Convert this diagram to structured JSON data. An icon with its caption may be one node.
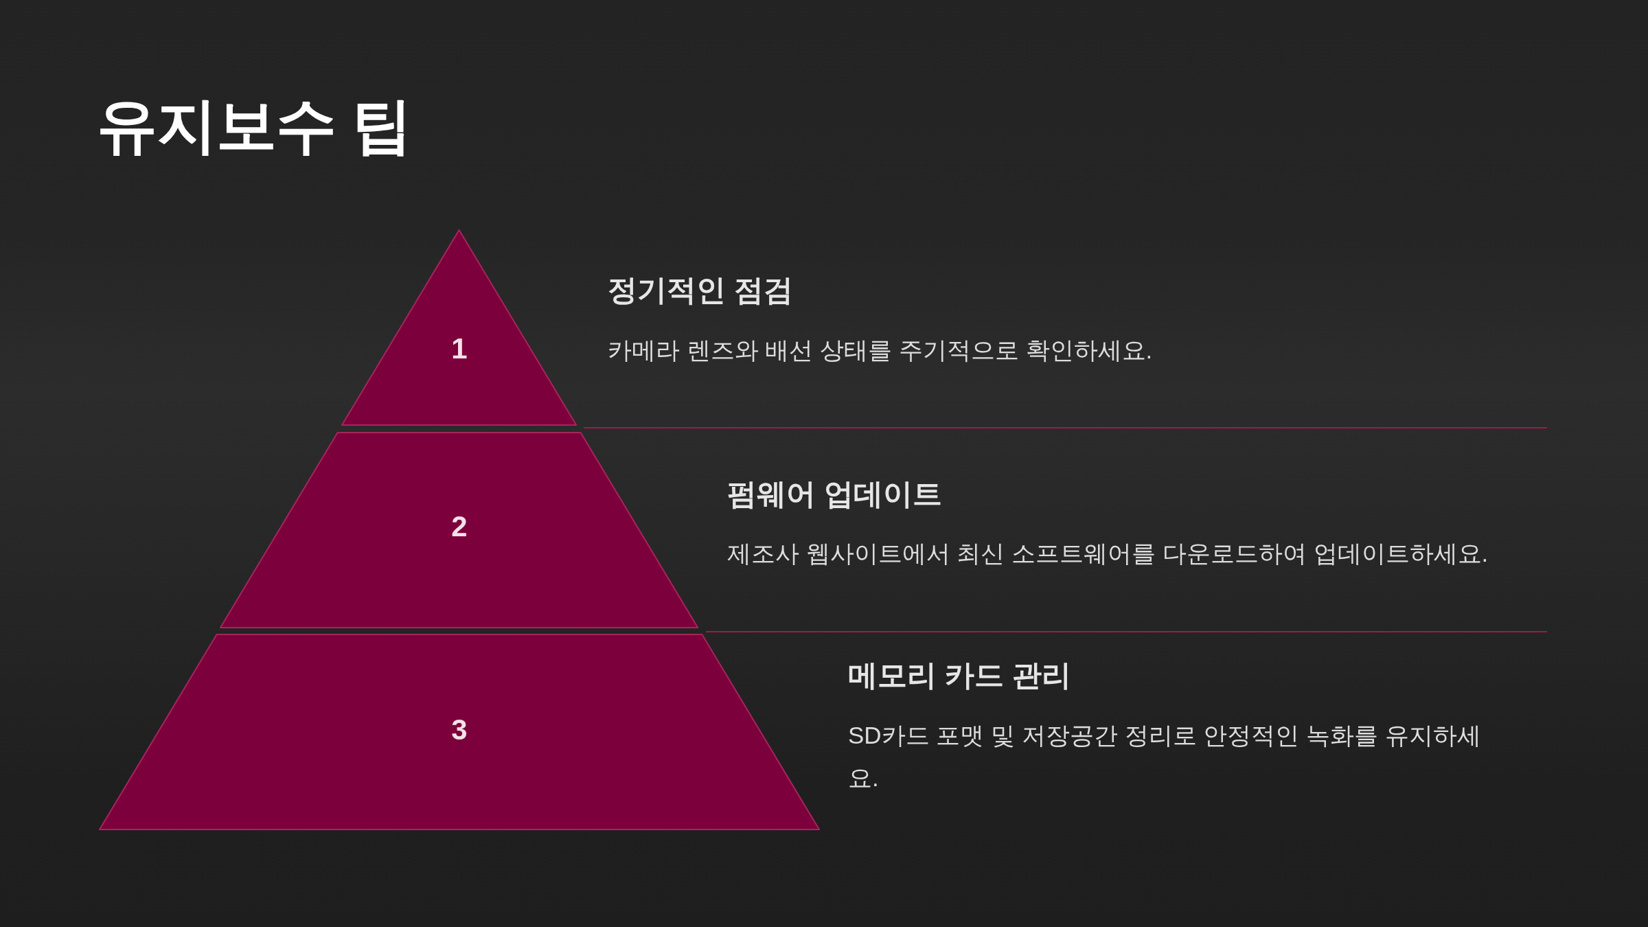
{
  "diagram": {
    "title": "유지보수 팁",
    "nodes": [
      {
        "text": [
          "1"
        ],
        "beside": [
          "정기적인 점검",
          "카메라 렌즈와 배선 상태를 주기적으로 확인하세요."
        ]
      },
      {
        "text": [
          "2"
        ],
        "beside": [
          "펌웨어 업데이트",
          "제조사 웹사이트에서 최신 소프트웨어를 다운로드하여 업데이트하세요."
        ]
      },
      {
        "text": [
          "3"
        ],
        "beside": [
          "메모리 카드 관리",
          "SD카드 포맷 및 저장공간 정리로 안정적인 녹화를 유지하세요."
        ]
      }
    ]
  }
}
